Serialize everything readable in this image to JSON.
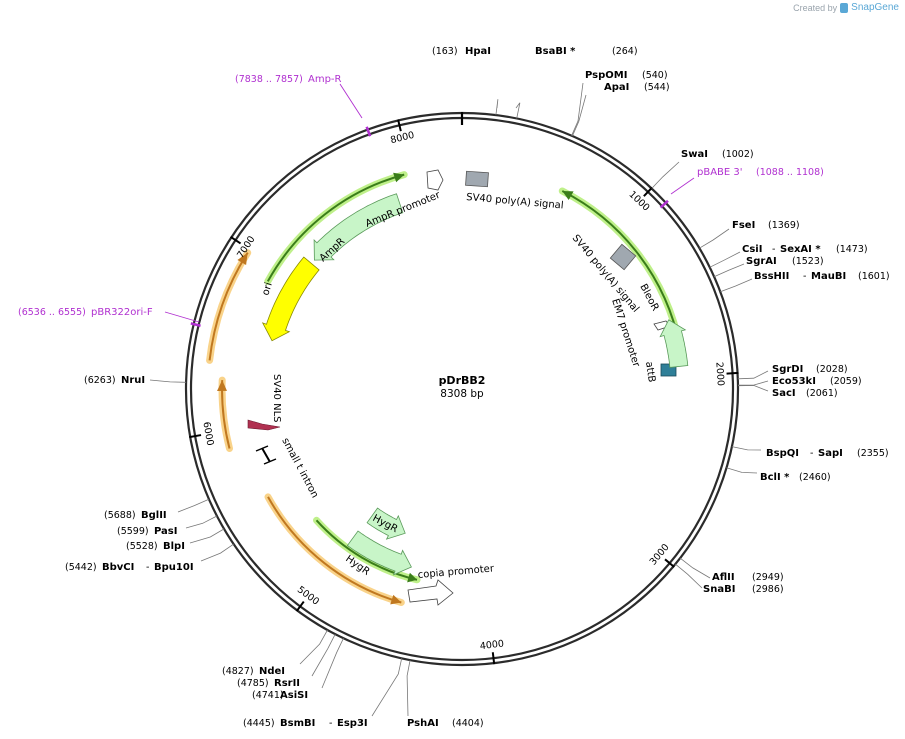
{
  "watermark": {
    "prefix": "Created by",
    "brand": "SnapGene"
  },
  "plasmid": {
    "name": "pDrBB2",
    "size_label": "8308 bp"
  },
  "ticks": [
    "1000",
    "2000",
    "3000",
    "4000",
    "5000",
    "6000",
    "7000",
    "8000"
  ],
  "sites": [
    {
      "name": "HpaI",
      "pos": "(163)"
    },
    {
      "name": "BsaBI *",
      "pos": "(264)"
    },
    {
      "name": "PspOMI",
      "pos": "(540)"
    },
    {
      "name": "ApaI",
      "pos": "(544)"
    },
    {
      "name": "SwaI",
      "pos": "(1002)"
    },
    {
      "name": "FseI",
      "pos": "(1369)"
    },
    {
      "name": "CsiI",
      "name2": "SexAI *",
      "pos": "(1473)"
    },
    {
      "name": "SgrAI",
      "pos": "(1523)"
    },
    {
      "name": "BssHII",
      "name2": "MauBI",
      "pos": "(1601)"
    },
    {
      "name": "SgrDI",
      "pos": "(2028)"
    },
    {
      "name": "Eco53kI",
      "pos": "(2059)"
    },
    {
      "name": "SacI",
      "pos": "(2061)"
    },
    {
      "name": "BspQI",
      "name2": "SapI",
      "pos": "(2355)"
    },
    {
      "name": "BclI *",
      "pos": "(2460)"
    },
    {
      "name": "AflII",
      "pos": "(2949)"
    },
    {
      "name": "SnaBI",
      "pos": "(2986)"
    },
    {
      "name": "PshAI",
      "pos": "(4404)"
    },
    {
      "name": "BsmBI",
      "name2": "Esp3I",
      "pos": "(4445)"
    },
    {
      "name": "AsiSI",
      "pos": "(4741)"
    },
    {
      "name": "RsrII",
      "pos": "(4785)"
    },
    {
      "name": "NdeI",
      "pos": "(4827)"
    },
    {
      "name": "BbvCI",
      "name2": "Bpu10I",
      "pos": "(5442)"
    },
    {
      "name": "BlpI",
      "pos": "(5528)"
    },
    {
      "name": "PasI",
      "pos": "(5599)"
    },
    {
      "name": "BglII",
      "pos": "(5688)"
    },
    {
      "name": "NruI",
      "pos": "(6263)"
    }
  ],
  "primers": [
    {
      "name": "Amp-R",
      "range": "(7838 .. 7857)"
    },
    {
      "name": "pBABE 3'",
      "range": "(1088 .. 1108)"
    },
    {
      "name": "pBR322ori-F",
      "range": "(6536 .. 6555)"
    }
  ],
  "features": [
    {
      "name": "SV40 poly(A) signal"
    },
    {
      "name": "SV40 poly(A) signal"
    },
    {
      "name": "BleoR"
    },
    {
      "name": "EM7 promoter"
    },
    {
      "name": "attB"
    },
    {
      "name": "AmpR promoter"
    },
    {
      "name": "AmpR"
    },
    {
      "name": "ori"
    },
    {
      "name": "SV40 NLS"
    },
    {
      "name": "small t intron"
    },
    {
      "name": "HygR"
    },
    {
      "name": "HygR"
    },
    {
      "name": "copia promoter"
    }
  ],
  "colors": {
    "backbone": "#2b2b2b",
    "feature_green": "#c8f5c8",
    "feature_green_stroke": "#5a9a5a",
    "orf_line": "#3a7d1a",
    "orf_glow": "#bff08a",
    "ori_yellow": "#ffff00",
    "orange_glow": "#f9d38a",
    "orange_line": "#c07820",
    "gray_box": "#a0a8b0",
    "teal_box": "#2f7f98",
    "primer": "#b030d0",
    "nls": "#b03050"
  }
}
